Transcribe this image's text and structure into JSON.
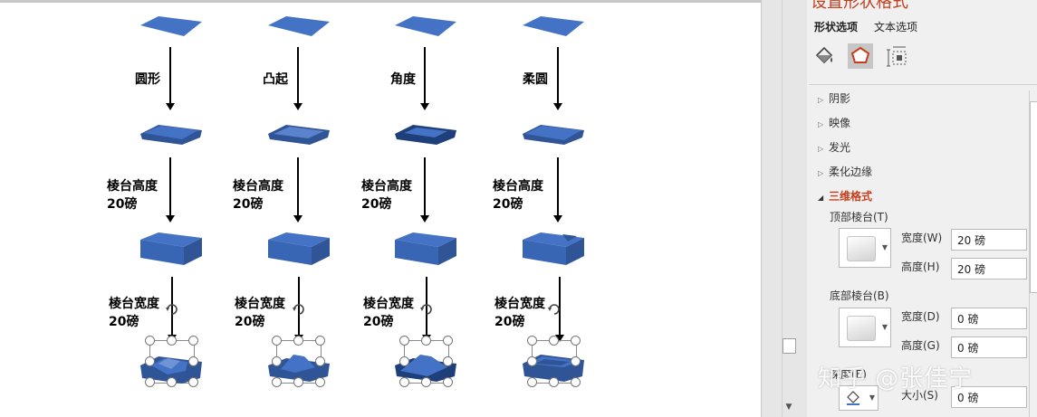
{
  "columns": [
    {
      "bevel_name": "圆形",
      "step2_line1": "棱台高度",
      "step2_line2": "20磅",
      "step3_line1": "棱台宽度",
      "step3_line2": "20磅"
    },
    {
      "bevel_name": "凸起",
      "step2_line1": "棱台高度",
      "step2_line2": "20磅",
      "step3_line1": "棱台宽度",
      "step3_line2": "20磅"
    },
    {
      "bevel_name": "角度",
      "step2_line1": "棱台高度",
      "step2_line2": "20磅",
      "step3_line1": "棱台宽度",
      "step3_line2": "20磅"
    },
    {
      "bevel_name": "柔圆",
      "step2_line1": "棱台高度",
      "step2_line2": "20磅",
      "step3_line1": "棱台宽度",
      "step3_line2": "20磅"
    }
  ],
  "colors": {
    "shape_blue": "#4472c4",
    "shape_dark": "#2f5597",
    "accent_red": "#c43e1c"
  },
  "pane": {
    "title": "设置形状格式",
    "tabs": [
      "形状选项",
      "文本选项"
    ],
    "icons": [
      "fill-line-icon",
      "effects-pentagon-icon",
      "size-properties-icon"
    ],
    "sections": [
      "阴影",
      "映像",
      "发光",
      "柔化边缘",
      "三维格式"
    ],
    "top_bevel": {
      "label": "顶部棱台(T)",
      "width_label": "宽度(W)",
      "width_value": "20 磅",
      "height_label": "高度(H)",
      "height_value": "20 磅"
    },
    "bottom_bevel": {
      "label": "底部棱台(B)",
      "width_label": "宽度(D)",
      "width_value": "0 磅",
      "height_label": "高度(G)",
      "height_value": "0 磅"
    },
    "depth": {
      "label": "深度(E)",
      "size_label": "大小(S)",
      "size_value": "0 磅"
    }
  },
  "watermark": "知乎 @张佳宁"
}
